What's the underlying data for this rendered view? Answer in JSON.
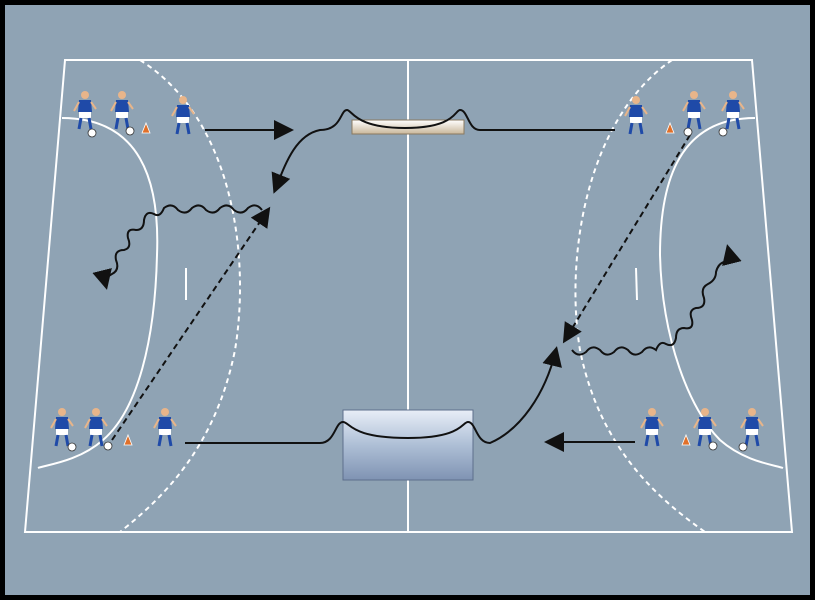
{
  "diagram": {
    "kind": "handball court drill",
    "colors": {
      "border": "#000000",
      "court": "#8fa3b4",
      "lines": "#ffffff",
      "arrow": "#111111",
      "jersey": "#1f4aa8",
      "shorts": "#ffffff",
      "skin": "#e8b58a",
      "cone": "#e0702a",
      "ball": "#ffffff"
    },
    "players": [
      "player-left-top-1",
      "player-left-top-2",
      "player-left-top-3",
      "player-left-bottom-1",
      "player-left-bottom-2",
      "player-left-bottom-3",
      "player-right-top-1",
      "player-right-top-2",
      "player-right-top-3",
      "player-right-bottom-1",
      "player-right-bottom-2",
      "player-right-bottom-3"
    ],
    "equipment": [
      "bench-top",
      "box-bottom",
      "cones",
      "balls"
    ]
  }
}
